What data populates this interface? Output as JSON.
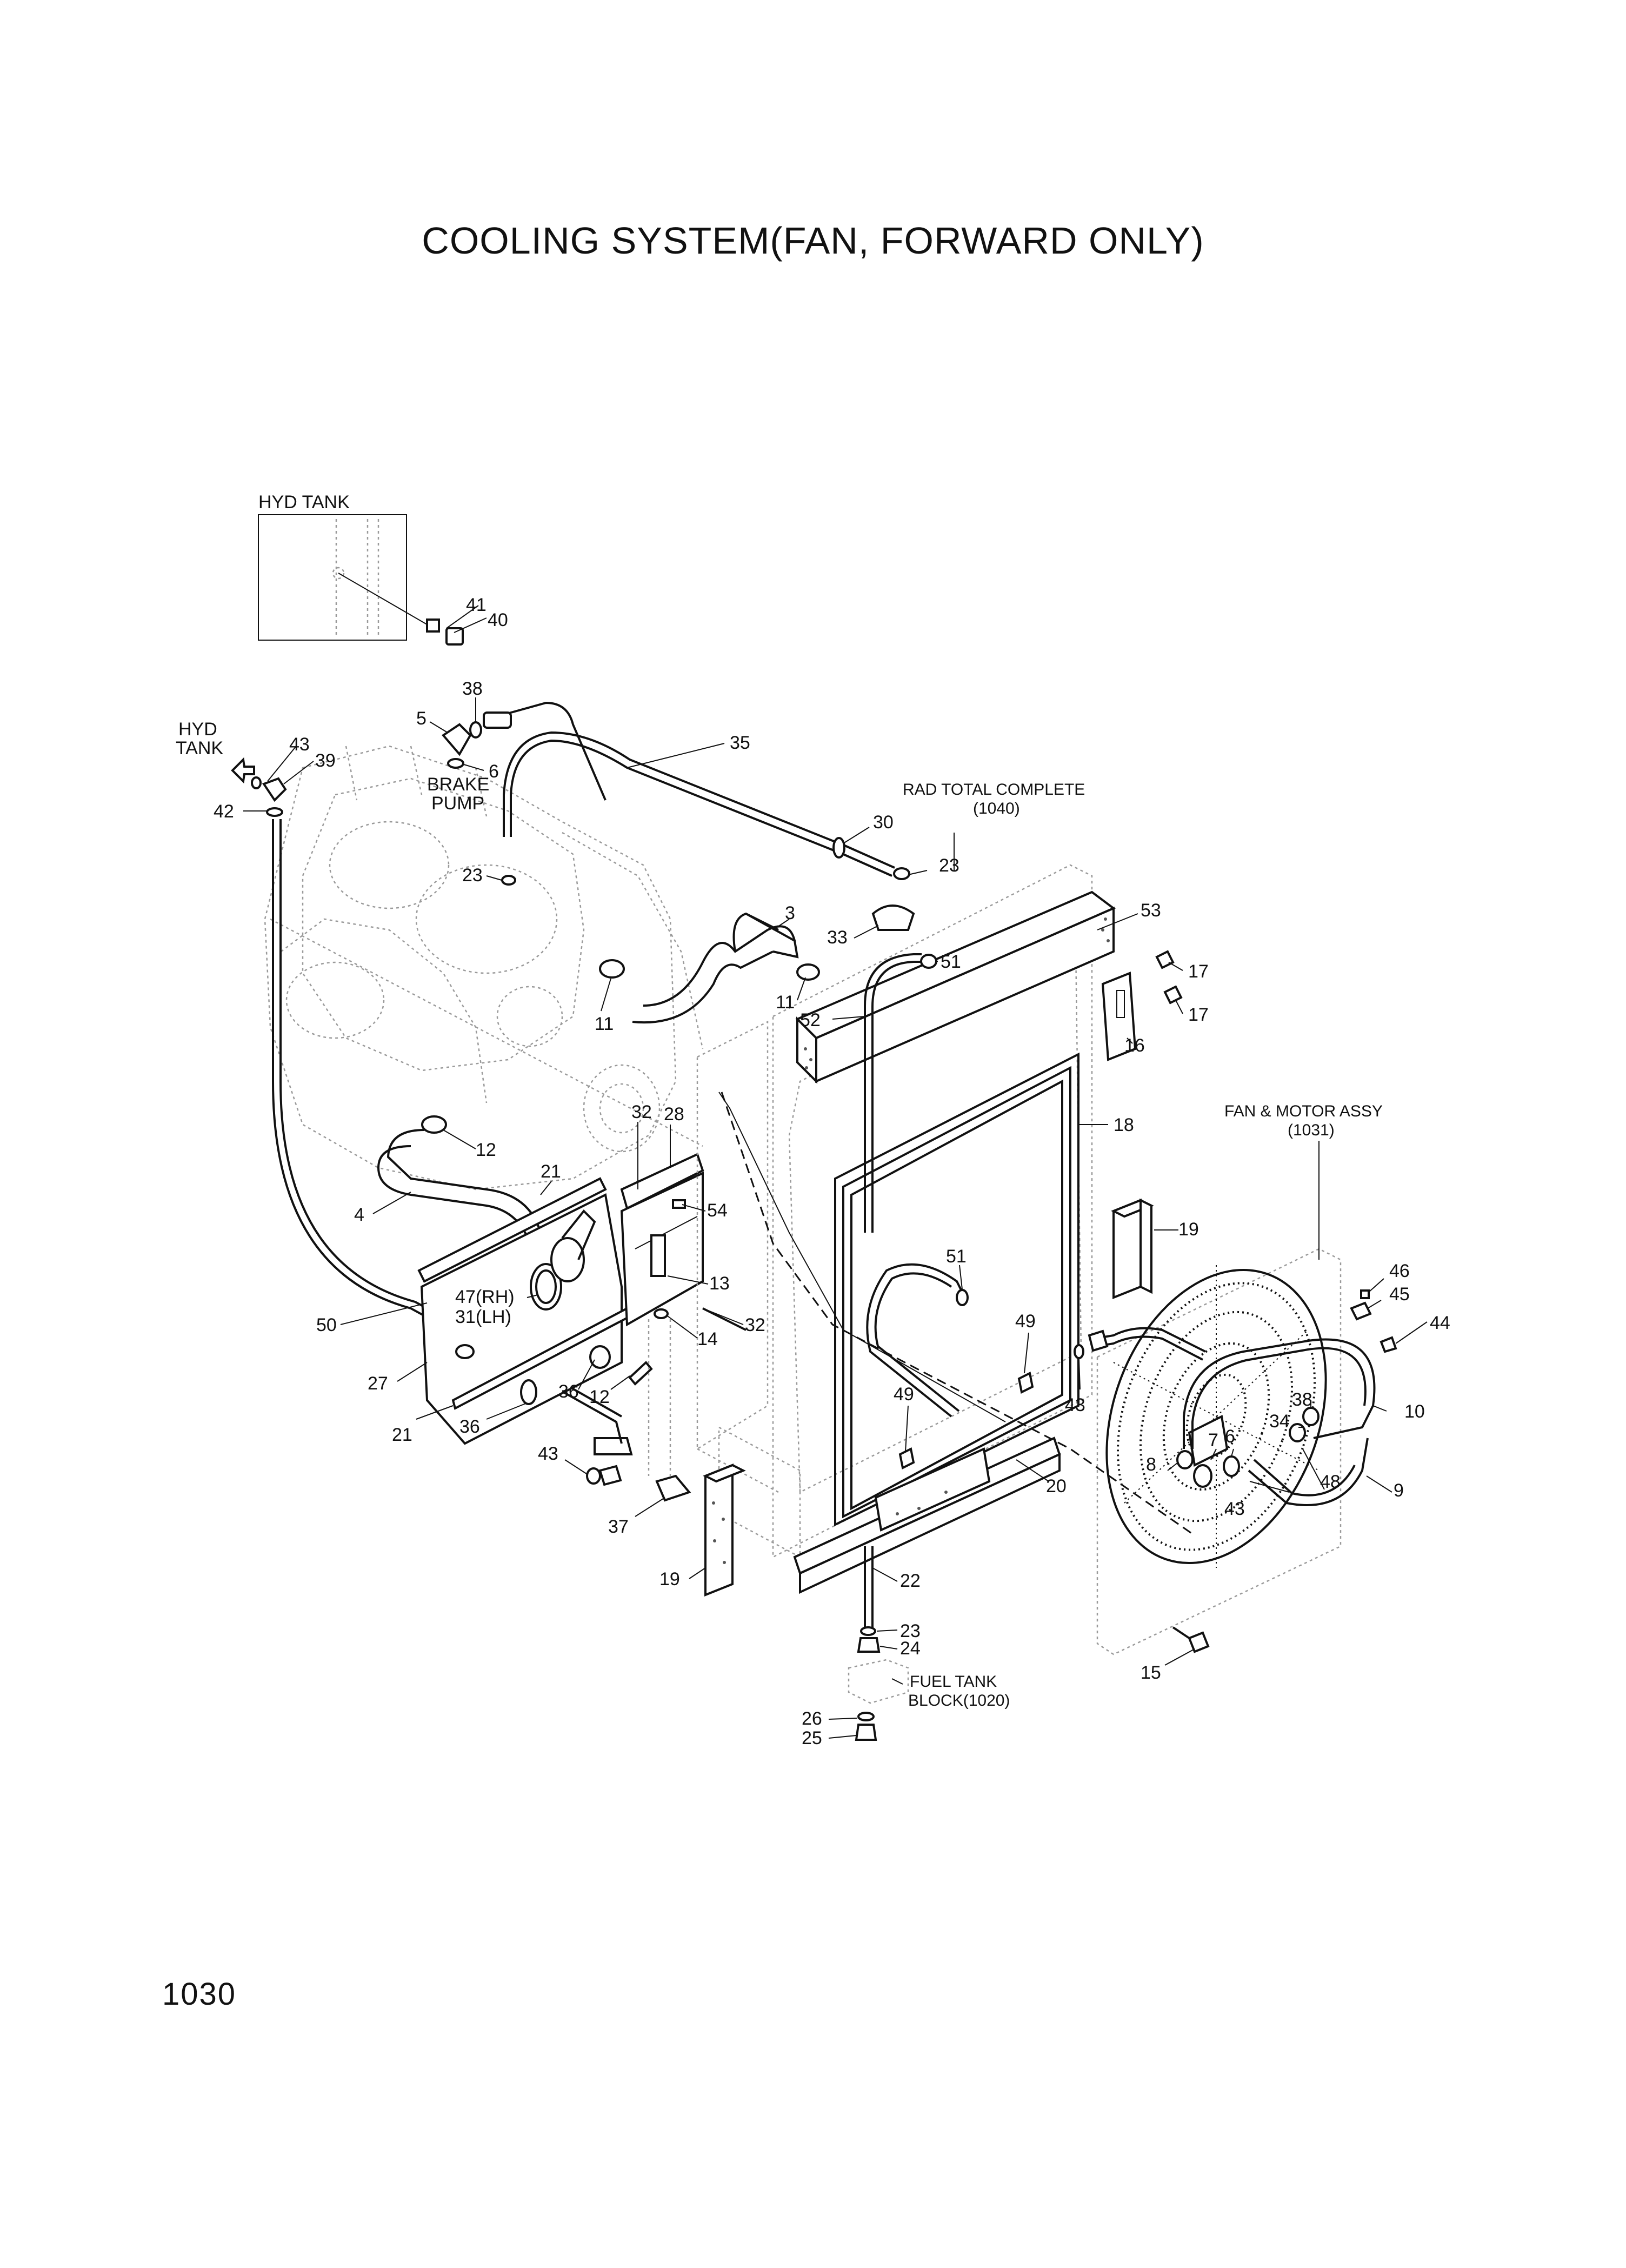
{
  "title": "COOLING SYSTEM(FAN, FORWARD ONLY)",
  "page_number": "1030",
  "insets": {
    "hyd_tank": "HYD TANK",
    "hyd_tank_arrow_line1": "HYD",
    "hyd_tank_arrow_line2": "TANK",
    "brake_pump_line1": "BRAKE",
    "brake_pump_line2": "PUMP",
    "rad_total_line1": "RAD TOTAL COMPLETE",
    "rad_total_line2": "(1040)",
    "fan_motor_line1": "FAN & MOTOR ASSY",
    "fan_motor_line2": "(1031)",
    "fuel_tank_line1": "FUEL TANK",
    "fuel_tank_line2": "BLOCK(1020)"
  },
  "callouts": [
    {
      "id": "c41",
      "label": "41"
    },
    {
      "id": "c40",
      "label": "40"
    },
    {
      "id": "c38a",
      "label": "38"
    },
    {
      "id": "c5a",
      "label": "5"
    },
    {
      "id": "c6a",
      "label": "6"
    },
    {
      "id": "c43a",
      "label": "43"
    },
    {
      "id": "c39",
      "label": "39"
    },
    {
      "id": "c42",
      "label": "42"
    },
    {
      "id": "c35",
      "label": "35"
    },
    {
      "id": "c30",
      "label": "30"
    },
    {
      "id": "c23a",
      "label": "23"
    },
    {
      "id": "c23b",
      "label": "23"
    },
    {
      "id": "c3",
      "label": "3"
    },
    {
      "id": "c53",
      "label": "53"
    },
    {
      "id": "c33",
      "label": "33"
    },
    {
      "id": "c51a",
      "label": "51"
    },
    {
      "id": "c11a",
      "label": "11"
    },
    {
      "id": "c52",
      "label": "52"
    },
    {
      "id": "c11b",
      "label": "11"
    },
    {
      "id": "c17a",
      "label": "17"
    },
    {
      "id": "c17b",
      "label": "17"
    },
    {
      "id": "c16",
      "label": "16"
    },
    {
      "id": "c18",
      "label": "18"
    },
    {
      "id": "c12a",
      "label": "12"
    },
    {
      "id": "c28",
      "label": "28"
    },
    {
      "id": "c21a",
      "label": "21"
    },
    {
      "id": "c32a",
      "label": "32"
    },
    {
      "id": "c4",
      "label": "4"
    },
    {
      "id": "c54",
      "label": "54"
    },
    {
      "id": "c19a",
      "label": "19"
    },
    {
      "id": "c51b",
      "label": "51"
    },
    {
      "id": "c47",
      "label": "47(RH)"
    },
    {
      "id": "c31",
      "label": "31(LH)"
    },
    {
      "id": "c13",
      "label": "13"
    },
    {
      "id": "c46",
      "label": "46"
    },
    {
      "id": "c50",
      "label": "50"
    },
    {
      "id": "c32b",
      "label": "32"
    },
    {
      "id": "c45",
      "label": "45"
    },
    {
      "id": "c14",
      "label": "14"
    },
    {
      "id": "c49a",
      "label": "49"
    },
    {
      "id": "c44",
      "label": "44"
    },
    {
      "id": "c27",
      "label": "27"
    },
    {
      "id": "c36a",
      "label": "36"
    },
    {
      "id": "c12b",
      "label": "12"
    },
    {
      "id": "c43b",
      "label": "43"
    },
    {
      "id": "c38b",
      "label": "38"
    },
    {
      "id": "c10",
      "label": "10"
    },
    {
      "id": "c49b",
      "label": "49"
    },
    {
      "id": "c34",
      "label": "34"
    },
    {
      "id": "c21b",
      "label": "21"
    },
    {
      "id": "c36b",
      "label": "36"
    },
    {
      "id": "c7",
      "label": "7"
    },
    {
      "id": "c6b",
      "label": "6"
    },
    {
      "id": "c8",
      "label": "8"
    },
    {
      "id": "c43c",
      "label": "43"
    },
    {
      "id": "c48",
      "label": "48"
    },
    {
      "id": "c9",
      "label": "9"
    },
    {
      "id": "c20",
      "label": "20"
    },
    {
      "id": "c43d",
      "label": "43"
    },
    {
      "id": "c37",
      "label": "37"
    },
    {
      "id": "c19b",
      "label": "19"
    },
    {
      "id": "c22",
      "label": "22"
    },
    {
      "id": "c23c",
      "label": "23"
    },
    {
      "id": "c24",
      "label": "24"
    },
    {
      "id": "c15",
      "label": "15"
    },
    {
      "id": "c26",
      "label": "26"
    },
    {
      "id": "c25",
      "label": "25"
    }
  ]
}
